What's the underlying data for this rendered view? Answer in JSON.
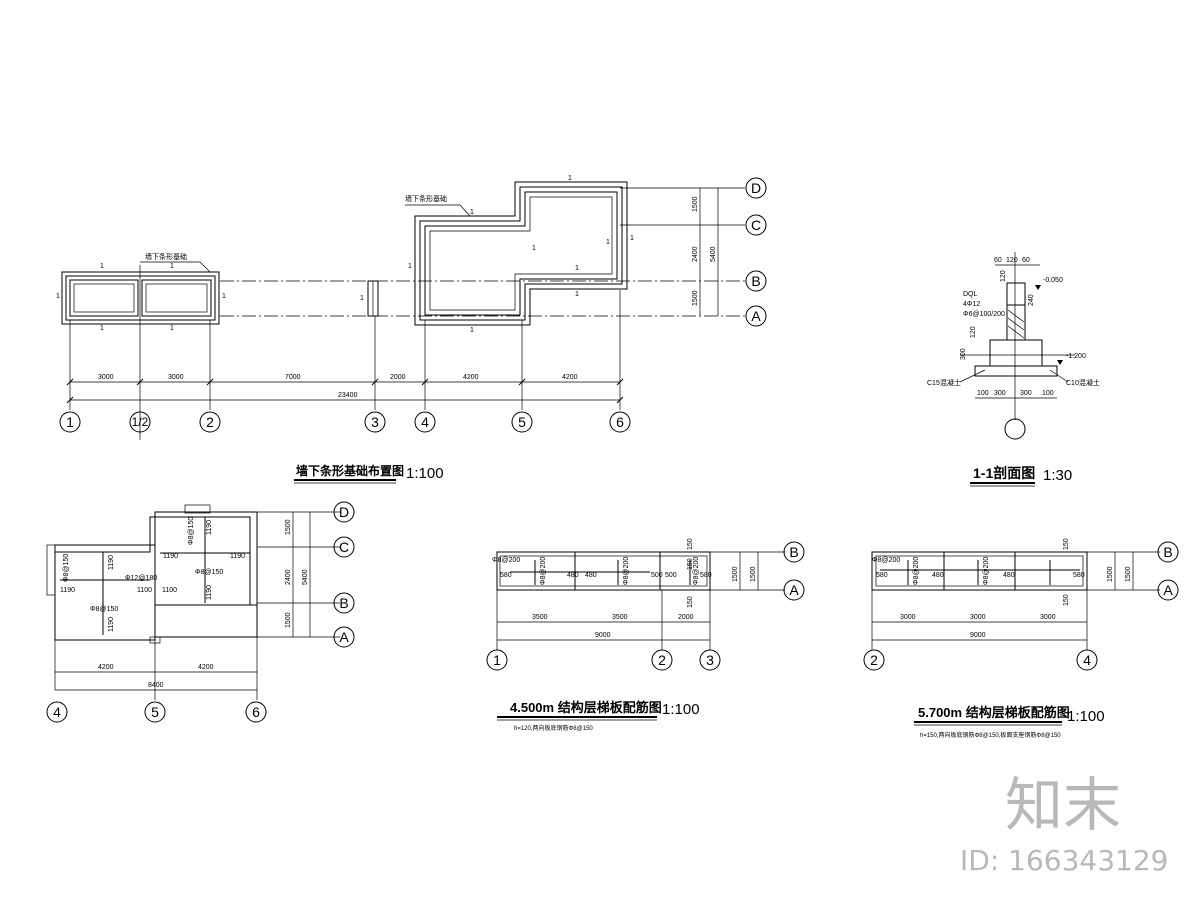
{
  "foundation_plan": {
    "label_strip_footing": "墙下条形基础",
    "dims": [
      "3000",
      "3000",
      "7000",
      "2000",
      "4200",
      "4200"
    ],
    "total": "23400",
    "right_dims": [
      "1500",
      "2400",
      "1500"
    ],
    "right_total": "5400",
    "axes_num": [
      "1",
      "1/2",
      "2",
      "3",
      "4",
      "5",
      "6"
    ],
    "axes_letter": [
      "D",
      "C",
      "B",
      "A"
    ],
    "section_mark": "1",
    "title": "墙下条形基础布置图",
    "scale": "1:100"
  },
  "section": {
    "dims_top": [
      "60",
      "120",
      "60"
    ],
    "dim_120": "120",
    "elev_top": "-0.050",
    "label_dql": "DQL",
    "label_rebar": "4Φ12",
    "label_stirrup": "Φ6@100/200",
    "dim_240": "240",
    "dim_300": "300",
    "dim_120b": "120",
    "elev_bottom": "-1.200",
    "label_c15": "C15混凝土",
    "label_c10": "C10混凝土",
    "dims_bottom": [
      "100",
      "300",
      "300",
      "100"
    ],
    "title": "1-1剖面图",
    "scale": "1:30"
  },
  "plan_small": {
    "labels": [
      "1190",
      "1190",
      "1190",
      "1190",
      "1190",
      "1190",
      "1100",
      "1100",
      "1190"
    ],
    "rebar": [
      "Φ8@150",
      "Φ8@150",
      "Φ8@150",
      "Φ12@180",
      "Φ8@150"
    ],
    "right_dims": [
      "1500",
      "2400",
      "1500"
    ],
    "right_total": "5400",
    "dims": [
      "4200",
      "4200"
    ],
    "total": "8400",
    "axes_num": [
      "4",
      "5",
      "6"
    ],
    "axes_letter": [
      "D",
      "C",
      "B",
      "A"
    ]
  },
  "slab_45": {
    "rebar": [
      "Φ8@200",
      "Φ8@200",
      "Φ8@200",
      "Φ8@200"
    ],
    "labels": [
      "580",
      "480",
      "480",
      "500",
      "500",
      "580"
    ],
    "right_small": [
      "150",
      "150",
      "150"
    ],
    "right_dims": [
      "1500",
      "1500"
    ],
    "dims": [
      "3500",
      "3500",
      "2000"
    ],
    "total": "9000",
    "axes_num": [
      "1",
      "2",
      "3"
    ],
    "axes_letter": [
      "B",
      "A"
    ],
    "title": "4.500m 结构层梯板配筋图",
    "scale": "1:100",
    "note": "h=120,两向板底钢筋Φ8@150"
  },
  "slab_57": {
    "rebar": [
      "Φ8@200",
      "Φ8@200",
      "Φ8@200"
    ],
    "labels": [
      "580",
      "480",
      "480",
      "580"
    ],
    "right_small": [
      "150",
      "150"
    ],
    "right_dims": [
      "1500",
      "1500"
    ],
    "dims": [
      "3000",
      "3000",
      "3000"
    ],
    "total": "9000",
    "axes_num": [
      "2",
      "4"
    ],
    "axes_letter": [
      "B",
      "A"
    ],
    "title": "5.700m 结构层梯板配筋图",
    "scale": "1:100",
    "note": "h=150,两向板底钢筋Φ8@150,板面支座钢筋Φ8@150"
  },
  "watermark": {
    "logo": "知末",
    "id_text": "ID: 166343129"
  }
}
